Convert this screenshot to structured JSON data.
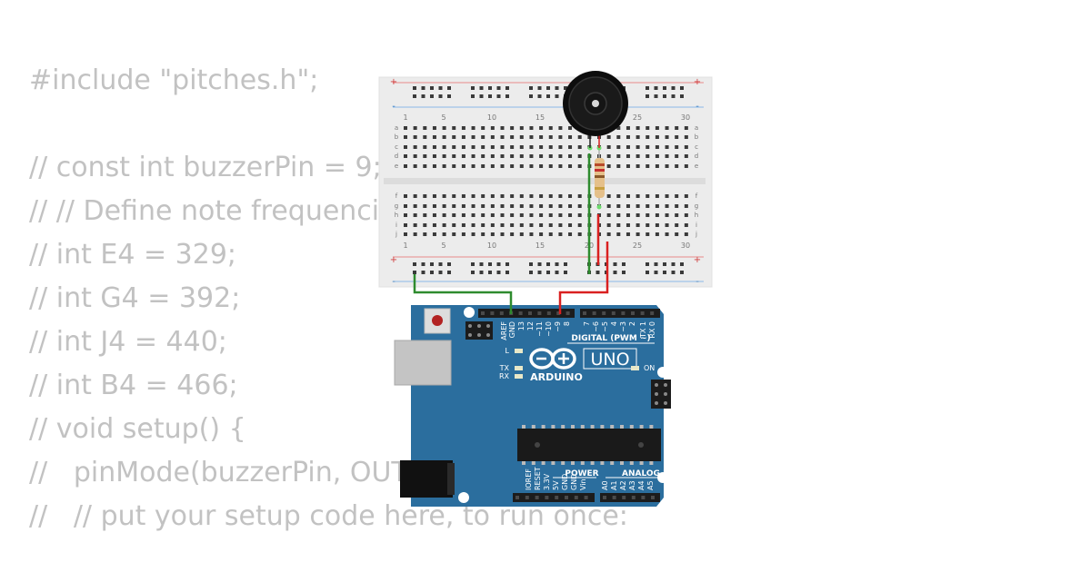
{
  "code": {
    "lines": [
      "#include \"pitches.h\";",
      "",
      "// const int buzzerPin = 9;",
      "// // Define note frequencies",
      "// int E4 = 329;",
      "// int G4 = 392;",
      "// int J4 = 440;",
      "// int B4 = 466;",
      "// void setup() {",
      "//   pinMode(buzzerPin, OUTPUT);",
      "//   // put your setup code here, to run once:"
    ]
  },
  "breadboard": {
    "rail_plus": "+",
    "rail_minus": "-",
    "column_labels": [
      "1",
      "5",
      "10",
      "15",
      "20",
      "25",
      "30"
    ],
    "row_labels_top": [
      "a",
      "b",
      "c",
      "d",
      "e"
    ],
    "row_labels_bottom": [
      "f",
      "g",
      "h",
      "i",
      "j"
    ]
  },
  "arduino": {
    "brand": "ARDUINO",
    "model": "UNO",
    "digital_label": "DIGITAL (PWM ~)",
    "power_label": "POWER",
    "analog_label": "ANALOG IN",
    "on_label": "ON",
    "led_l": "L",
    "led_tx": "TX",
    "led_rx": "RX",
    "digital_pins": [
      "AREF",
      "GND",
      "13",
      "12",
      "~11",
      "~10",
      "~9",
      "8",
      "7",
      "~6",
      "~5",
      "4",
      "~3",
      "2",
      "TX 1",
      "RX 0"
    ],
    "power_pins": [
      "IOREF",
      "RESET",
      "3.3V",
      "5V",
      "GND",
      "GND",
      "Vin"
    ],
    "analog_pins": [
      "A0",
      "A1",
      "A2",
      "A3",
      "A4",
      "A5"
    ]
  },
  "colors": {
    "board": "#2b6e9e",
    "wire_ground": "#2e8b2e",
    "wire_signal": "#d92020",
    "code_text": "#c2c2c2"
  }
}
